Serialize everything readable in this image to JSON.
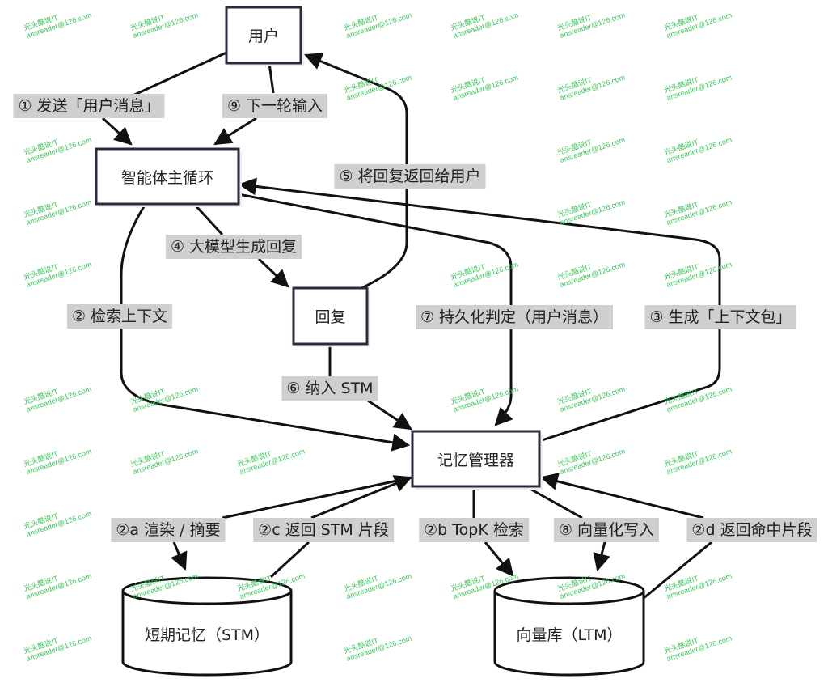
{
  "nodes": {
    "user": "用户",
    "agent_loop": "智能体主循环",
    "reply": "回复",
    "memory_manager": "记忆管理器",
    "stm": "短期记忆（STM）",
    "ltm": "向量库（LTM）"
  },
  "edges": {
    "e1": "① 发送「用户消息」",
    "e9": "⑨ 下一轮输入",
    "e5": "⑤ 将回复返回给用户",
    "e4": "④ 大模型生成回复",
    "e2": "② 检索上下文",
    "e6": "⑥ 纳入 STM",
    "e7": "⑦ 持久化判定（用户消息）",
    "e3": "③ 生成「上下文包」",
    "e2a": "②a 渲染 / 摘要",
    "e2c": "②c 返回 STM 片段",
    "e2b": "②b TopK 检索",
    "e8": "⑧ 向量化写入",
    "e2d": "②d 返回命中片段"
  },
  "watermark": {
    "line1": "光头酷说IT",
    "line2": "ansreader@126.com"
  },
  "colors": {
    "stroke": "#111111",
    "box_border": "#2a2a3a",
    "label_bg": "#cfcfcf",
    "watermark": "#3cc55a"
  }
}
